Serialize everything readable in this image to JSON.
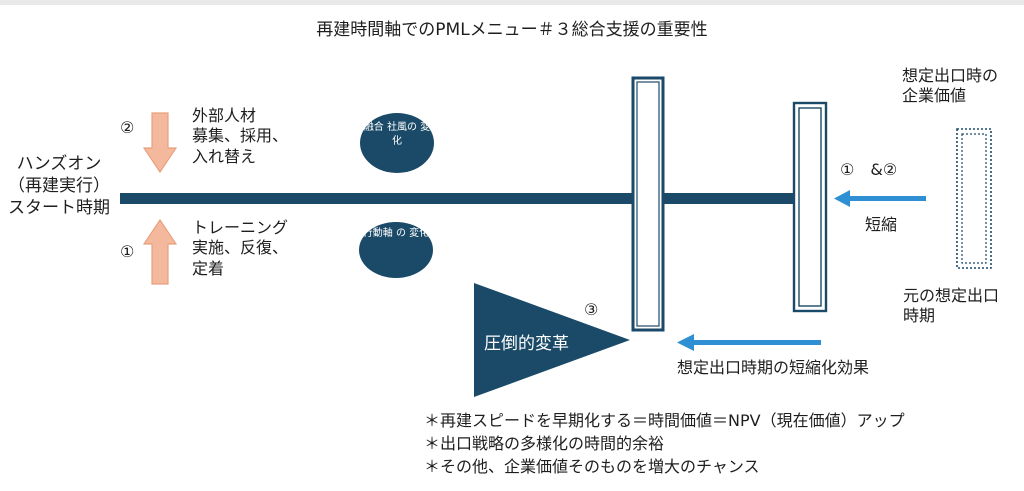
{
  "title": "再建時間軸でのPMLメニュー＃３総合支援の重要性",
  "start_label": "ハンズオン\n（再建実行）\nスタート時期",
  "step2": {
    "marker": "②",
    "text": "外部人材\n募集、採用、\n入れ替え"
  },
  "step1": {
    "marker": "①",
    "text": "トレーニング\n実施、反復、\n定着"
  },
  "bubble_top": "融合\n社風の\n変化",
  "bubble_bottom": "行動軸\nの\n変化",
  "triangle": {
    "marker": "③",
    "text": "圧倒的変革"
  },
  "combined_marker": "①　&②",
  "shorten_label": "短縮",
  "exit_value_label": "想定出口時の\n企業価値",
  "original_exit_label": "元の想定出口\n時期",
  "shortening_effect": "想定出口時期の短縮化効果",
  "notes": [
    "＊再建スピードを早期化する＝時間価値＝NPV（現在価値）アップ",
    "＊出口戦略の多様化の時間的余裕",
    "＊その他、企業価値そのものを増大のチャンス"
  ],
  "colors": {
    "navy": "#1a4a68",
    "salmon": "#f4b99d",
    "accent_blue": "#2e8fd2"
  }
}
